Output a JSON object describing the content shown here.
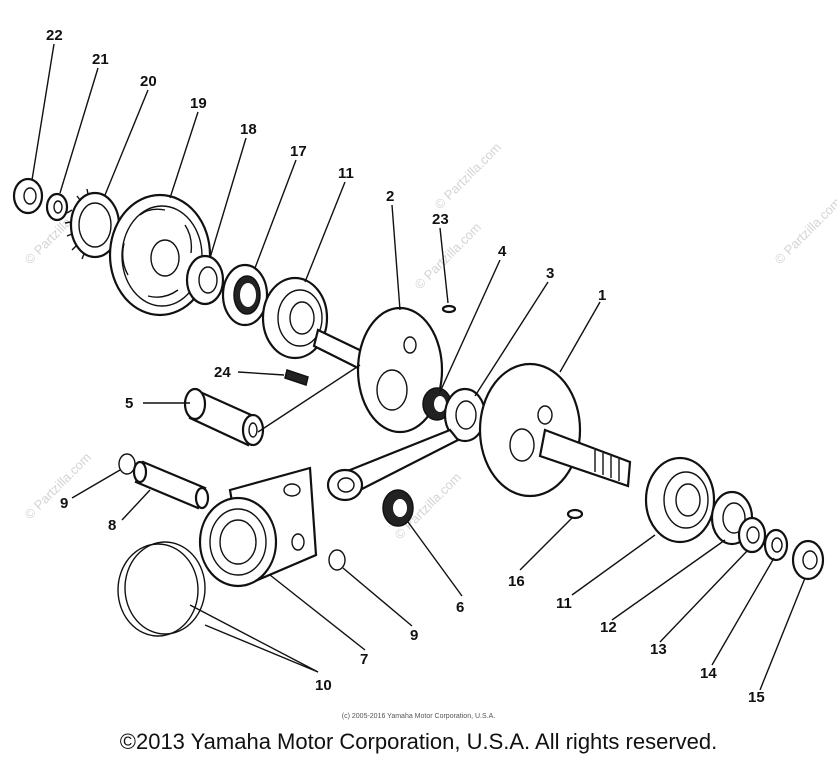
{
  "watermark": {
    "text": "© Partzilla.com"
  },
  "callouts": [
    "22",
    "21",
    "20",
    "19",
    "18",
    "17",
    "11",
    "2",
    "23",
    "4",
    "3",
    "1",
    "24",
    "5",
    "9",
    "8",
    "6",
    "16",
    "11",
    "12",
    "13",
    "14",
    "15",
    "7",
    "9",
    "10"
  ],
  "footer": {
    "small_copyright": "(c) 2005-2016 Yamaha Motor Corporation, U.S.A.",
    "copyright": "©2013 Yamaha Motor Corporation, U.S.A. All rights reserved."
  }
}
